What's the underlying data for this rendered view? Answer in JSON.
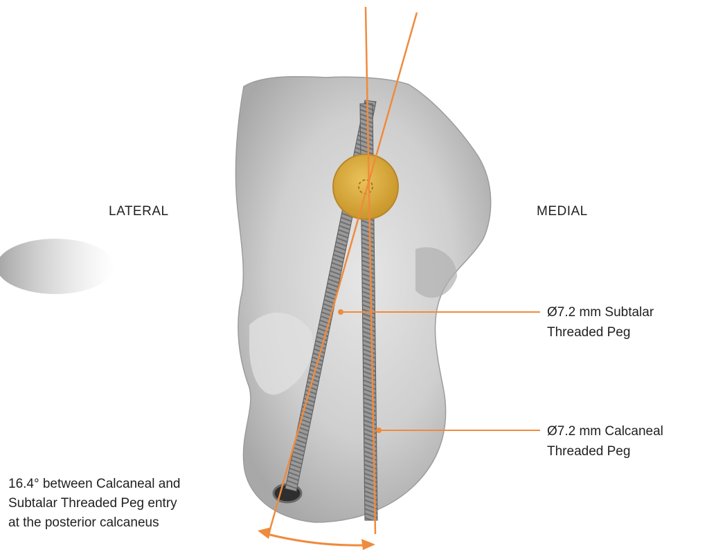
{
  "labels": {
    "lateral": "LATERAL",
    "medial": "MEDIAL"
  },
  "callouts": [
    {
      "line1": "Ø7.2 mm Subtalar",
      "line2": "Threaded Peg"
    },
    {
      "line1": "Ø7.2 mm Calcaneal",
      "line2": "Threaded Peg"
    }
  ],
  "angle_note": {
    "line1": "16.4° between Calcaneal and",
    "line2": "Subtalar Threaded Peg entry",
    "line3": "at the posterior calcaneus"
  },
  "colors": {
    "accent": "#f08a3c",
    "disc": "#d9a93a",
    "bone": "#c9c9c9",
    "peg": "#8d8d8d"
  }
}
